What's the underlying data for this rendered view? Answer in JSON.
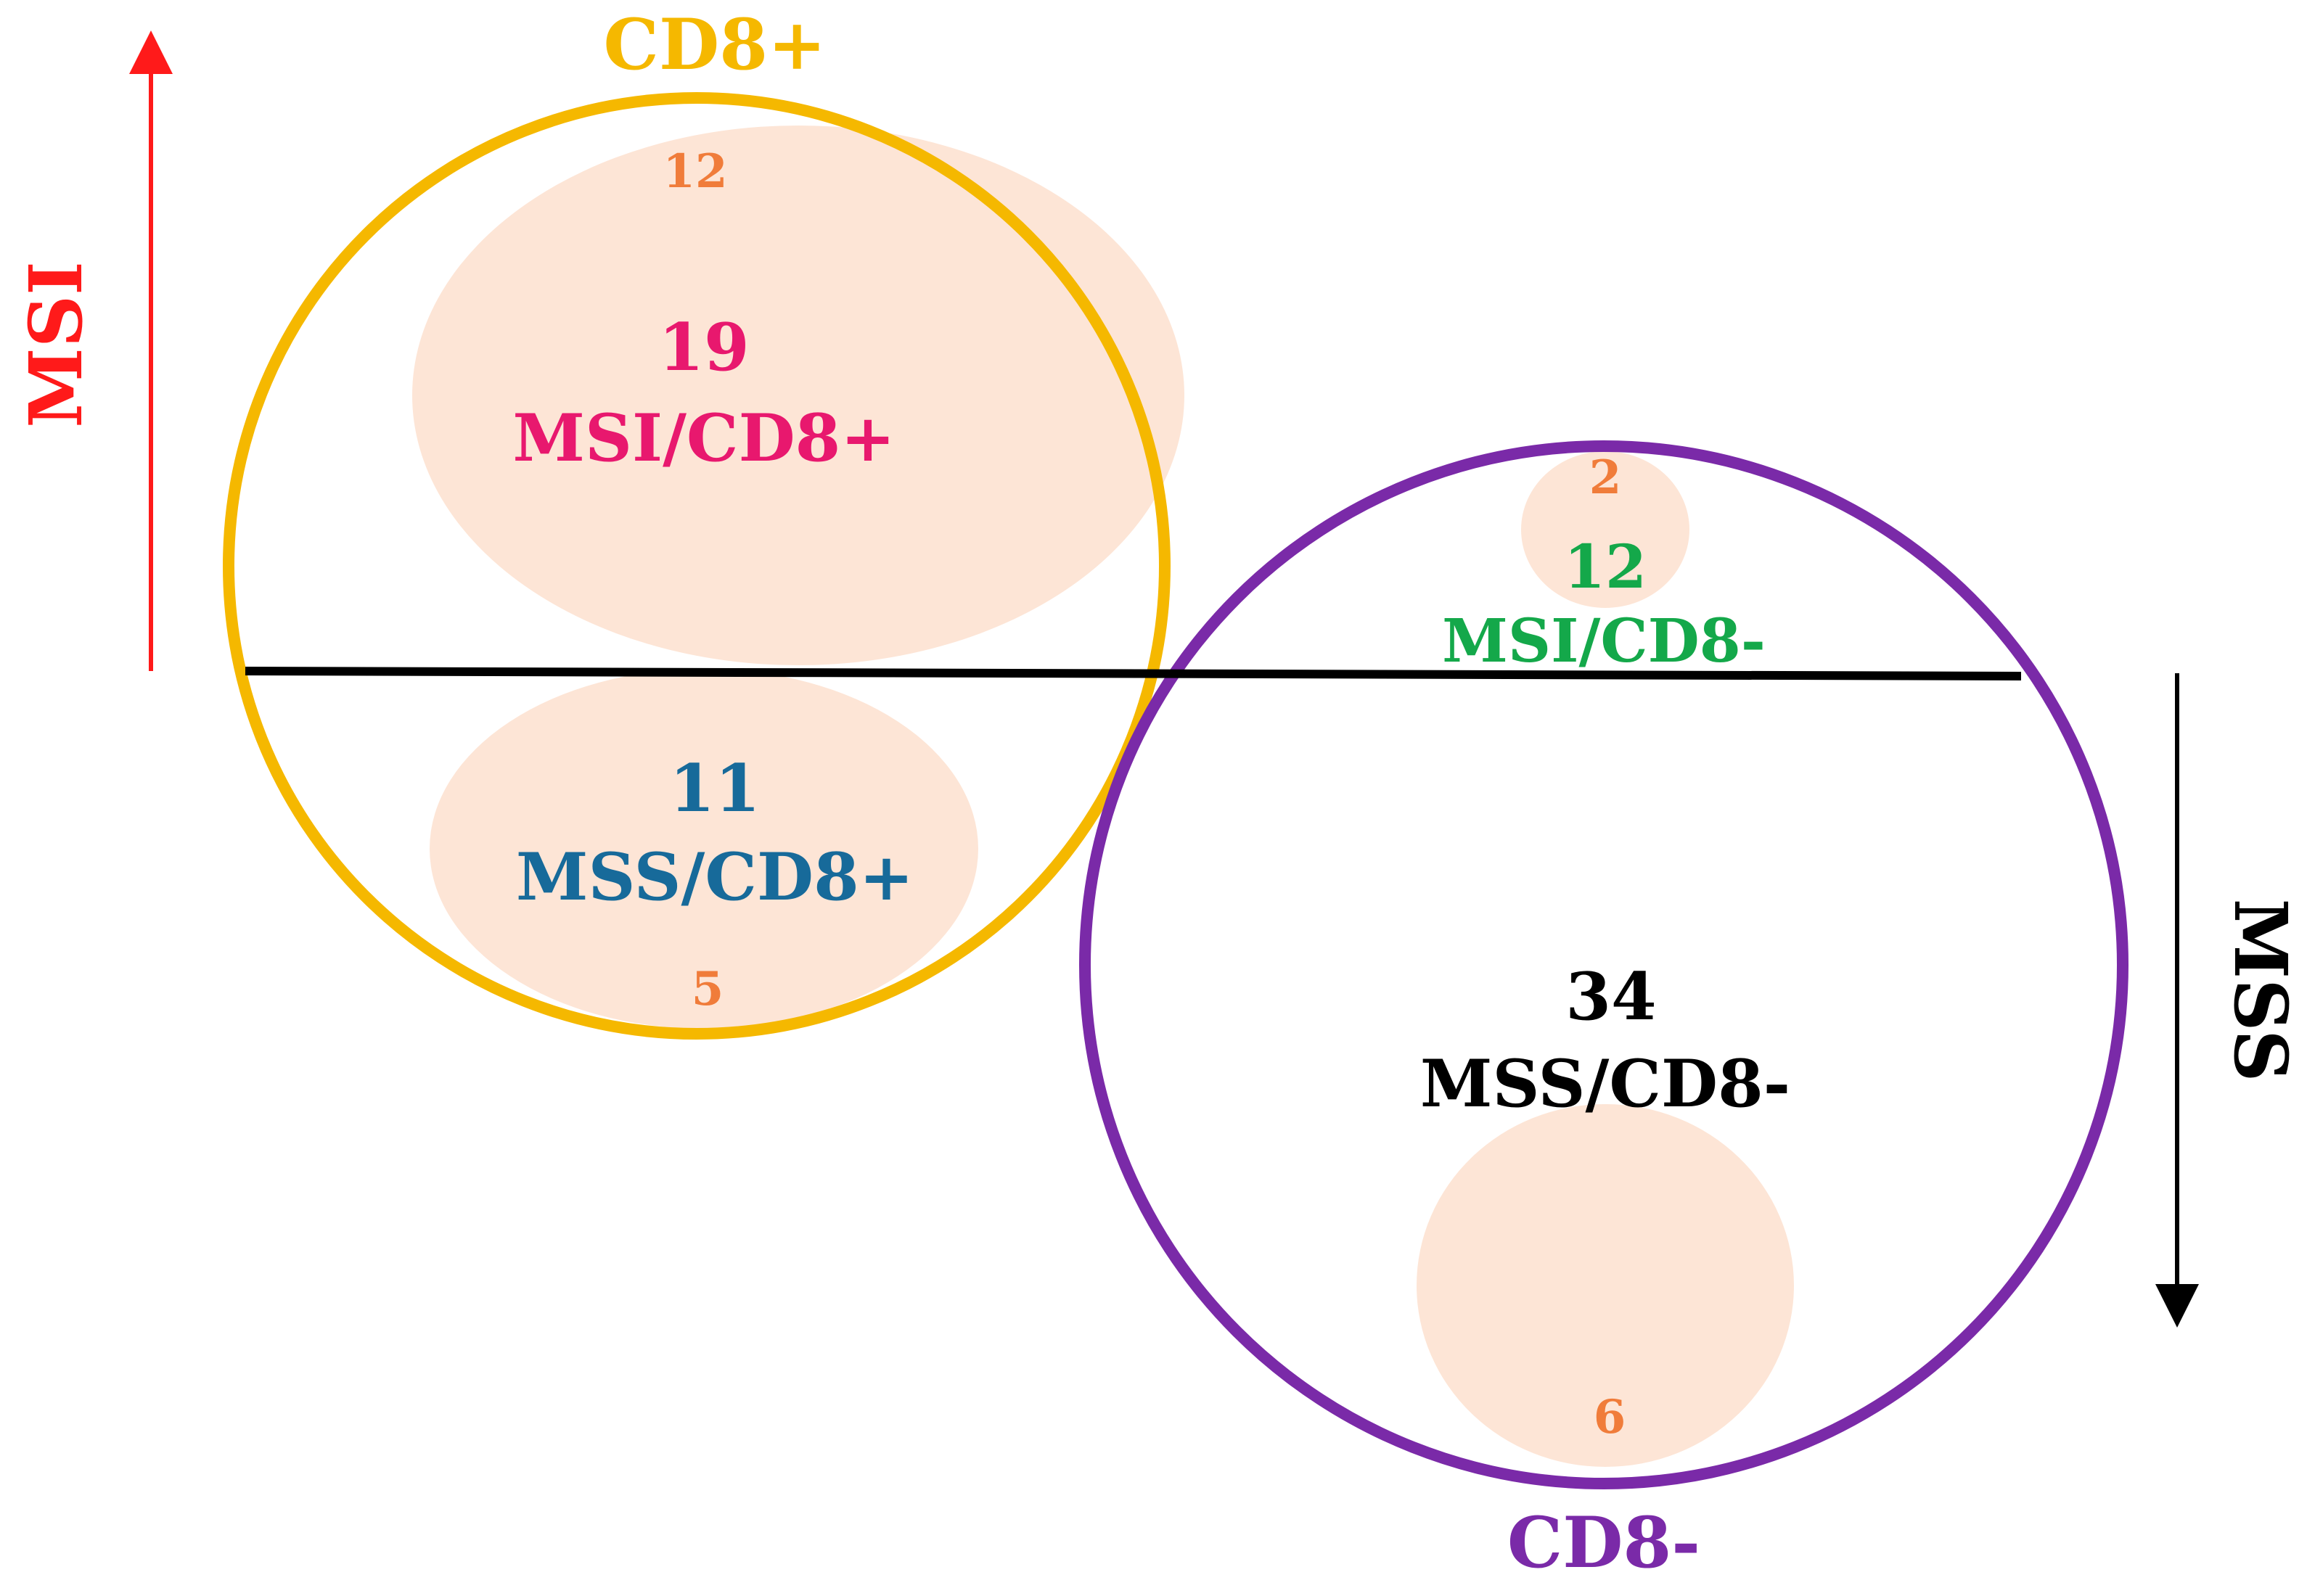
{
  "colors": {
    "cd8_pos": "#f5b800",
    "cd8_neg": "#7a2aa8",
    "msi_axis": "#ff1a1a",
    "mss_axis": "#000000",
    "msi_cd8_pos": "#e8186e",
    "mss_cd8_pos": "#176a9a",
    "msi_cd8_neg": "#14a84a",
    "mss_cd8_neg": "#000000",
    "sub_count": "#f07c3a",
    "subgroup_fill": "#fde5d6"
  },
  "labels": {
    "cd8_pos": "CD8+",
    "cd8_neg": "CD8-",
    "msi_axis": "MSI",
    "mss_axis": "MSS"
  },
  "groups": {
    "msi_cd8_pos": {
      "count": "19",
      "name": "MSI/CD8+",
      "sub_count": "12"
    },
    "mss_cd8_pos": {
      "count": "11",
      "name": "MSS/CD8+",
      "sub_count": "5"
    },
    "msi_cd8_neg": {
      "count": "12",
      "name": "MSI/CD8-",
      "sub_count": "2"
    },
    "mss_cd8_neg": {
      "count": "34",
      "name": "MSS/CD8-",
      "sub_count": "6"
    }
  }
}
